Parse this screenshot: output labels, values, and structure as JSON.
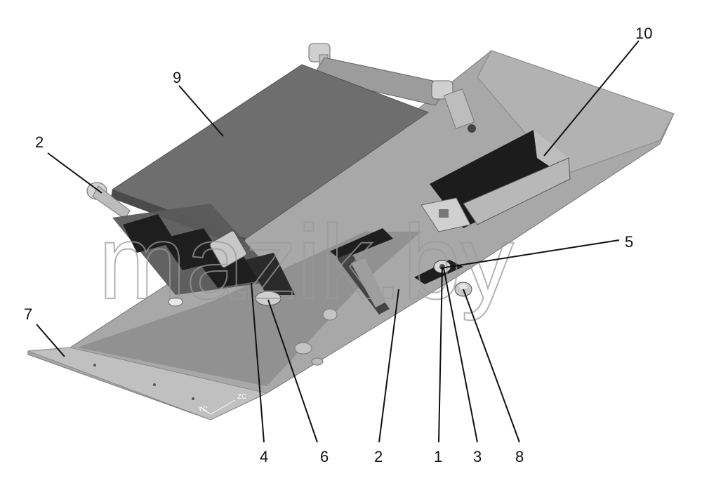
{
  "callouts": {
    "c10": "10",
    "c9": "9",
    "c2_top": "2",
    "c5": "5",
    "c7": "7",
    "c4": "4",
    "c6": "6",
    "c2_bottom": "2",
    "c1": "1",
    "c3": "3",
    "c8": "8"
  },
  "watermark": "mazik.by",
  "axis_labels": {
    "zc": "ZC",
    "yc": "YC"
  },
  "colors": {
    "plate": "#a7a7a7",
    "plate_edge": "#7d7d7d",
    "dark_panel": "#6f6f6f",
    "block_dark": "#1c1c1c",
    "block_light": "#b8b8b8"
  }
}
